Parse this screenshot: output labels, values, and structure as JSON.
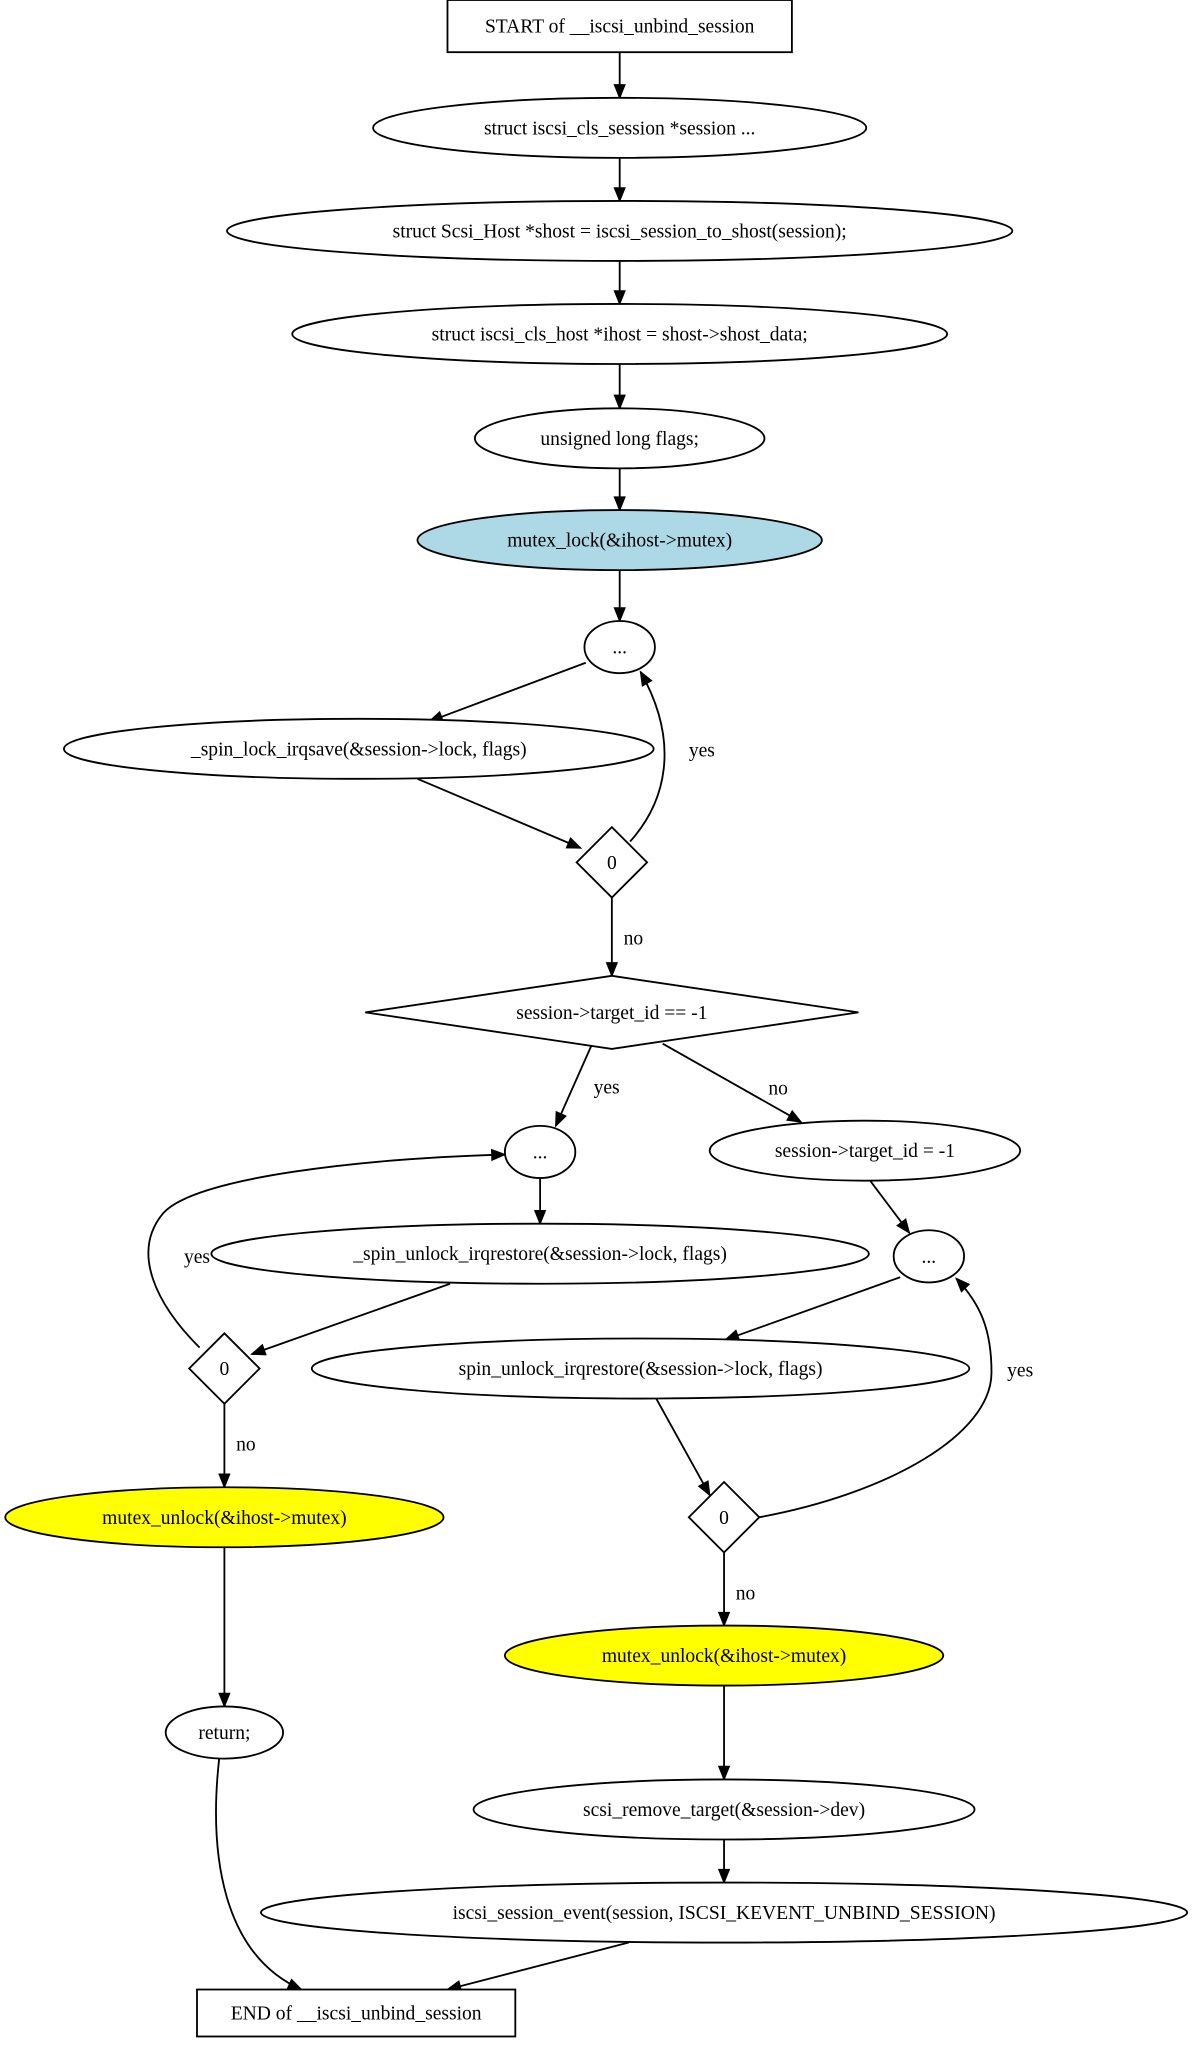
{
  "diagram": {
    "type": "flowchart",
    "colors": {
      "background": "#ffffff",
      "stroke": "#000000",
      "default_fill": "#ffffff",
      "lock_fill": "#add8e6",
      "unlock_fill": "#ffff00"
    },
    "nodes": {
      "start": {
        "label": "START of __iscsi_unbind_session",
        "shape": "box"
      },
      "decl_session": {
        "label": "struct iscsi_cls_session *session  ...",
        "shape": "ellipse"
      },
      "decl_shost": {
        "label": "struct Scsi_Host *shost = iscsi_session_to_shost(session);",
        "shape": "ellipse"
      },
      "decl_ihost": {
        "label": "struct iscsi_cls_host *ihost = shost->shost_data;",
        "shape": "ellipse"
      },
      "decl_flags": {
        "label": "unsigned long flags;",
        "shape": "ellipse"
      },
      "mutex_lock": {
        "label": "mutex_lock(&ihost->mutex)",
        "shape": "ellipse",
        "fill": "lock_fill"
      },
      "loop1": {
        "label": "...",
        "shape": "ellipse"
      },
      "spin_lock": {
        "label": "_spin_lock_irqsave(&session->lock, flags)",
        "shape": "ellipse"
      },
      "dec1": {
        "label": "0",
        "shape": "diamond"
      },
      "target_check": {
        "label": "session->target_id == -1",
        "shape": "diamond"
      },
      "loop_left": {
        "label": "...",
        "shape": "ellipse"
      },
      "set_target": {
        "label": "session->target_id = -1",
        "shape": "ellipse"
      },
      "unlock_left": {
        "label": "_spin_unlock_irqrestore(&session->lock, flags)",
        "shape": "ellipse"
      },
      "loop_right": {
        "label": "...",
        "shape": "ellipse"
      },
      "dec_left": {
        "label": "0",
        "shape": "diamond"
      },
      "unlock_right": {
        "label": "spin_unlock_irqrestore(&session->lock, flags)",
        "shape": "ellipse"
      },
      "mutex_unlock_left": {
        "label": "mutex_unlock(&ihost->mutex)",
        "shape": "ellipse",
        "fill": "unlock_fill"
      },
      "dec_right": {
        "label": "0",
        "shape": "diamond"
      },
      "mutex_unlock_right": {
        "label": "mutex_unlock(&ihost->mutex)",
        "shape": "ellipse",
        "fill": "unlock_fill"
      },
      "return": {
        "label": "return;",
        "shape": "ellipse"
      },
      "remove_target": {
        "label": "scsi_remove_target(&session->dev)",
        "shape": "ellipse"
      },
      "session_event": {
        "label": "iscsi_session_event(session, ISCSI_KEVENT_UNBIND_SESSION)",
        "shape": "ellipse"
      },
      "end": {
        "label": "END of __iscsi_unbind_session",
        "shape": "box"
      }
    },
    "edges": [
      {
        "from": "start",
        "to": "decl_session",
        "label": ""
      },
      {
        "from": "decl_session",
        "to": "decl_shost",
        "label": ""
      },
      {
        "from": "decl_shost",
        "to": "decl_ihost",
        "label": ""
      },
      {
        "from": "decl_ihost",
        "to": "decl_flags",
        "label": ""
      },
      {
        "from": "decl_flags",
        "to": "mutex_lock",
        "label": ""
      },
      {
        "from": "mutex_lock",
        "to": "loop1",
        "label": ""
      },
      {
        "from": "loop1",
        "to": "spin_lock",
        "label": ""
      },
      {
        "from": "spin_lock",
        "to": "dec1",
        "label": ""
      },
      {
        "from": "dec1",
        "to": "loop1",
        "label": "yes"
      },
      {
        "from": "dec1",
        "to": "target_check",
        "label": "no"
      },
      {
        "from": "target_check",
        "to": "loop_left",
        "label": "yes"
      },
      {
        "from": "target_check",
        "to": "set_target",
        "label": "no"
      },
      {
        "from": "loop_left",
        "to": "unlock_left",
        "label": ""
      },
      {
        "from": "unlock_left",
        "to": "dec_left",
        "label": ""
      },
      {
        "from": "dec_left",
        "to": "loop_left",
        "label": "yes"
      },
      {
        "from": "dec_left",
        "to": "mutex_unlock_left",
        "label": "no"
      },
      {
        "from": "mutex_unlock_left",
        "to": "return",
        "label": ""
      },
      {
        "from": "return",
        "to": "end",
        "label": ""
      },
      {
        "from": "set_target",
        "to": "loop_right",
        "label": ""
      },
      {
        "from": "loop_right",
        "to": "unlock_right",
        "label": ""
      },
      {
        "from": "unlock_right",
        "to": "dec_right",
        "label": ""
      },
      {
        "from": "dec_right",
        "to": "loop_right",
        "label": "yes"
      },
      {
        "from": "dec_right",
        "to": "mutex_unlock_right",
        "label": "no"
      },
      {
        "from": "mutex_unlock_right",
        "to": "remove_target",
        "label": ""
      },
      {
        "from": "remove_target",
        "to": "session_event",
        "label": ""
      },
      {
        "from": "session_event",
        "to": "end",
        "label": ""
      }
    ]
  }
}
